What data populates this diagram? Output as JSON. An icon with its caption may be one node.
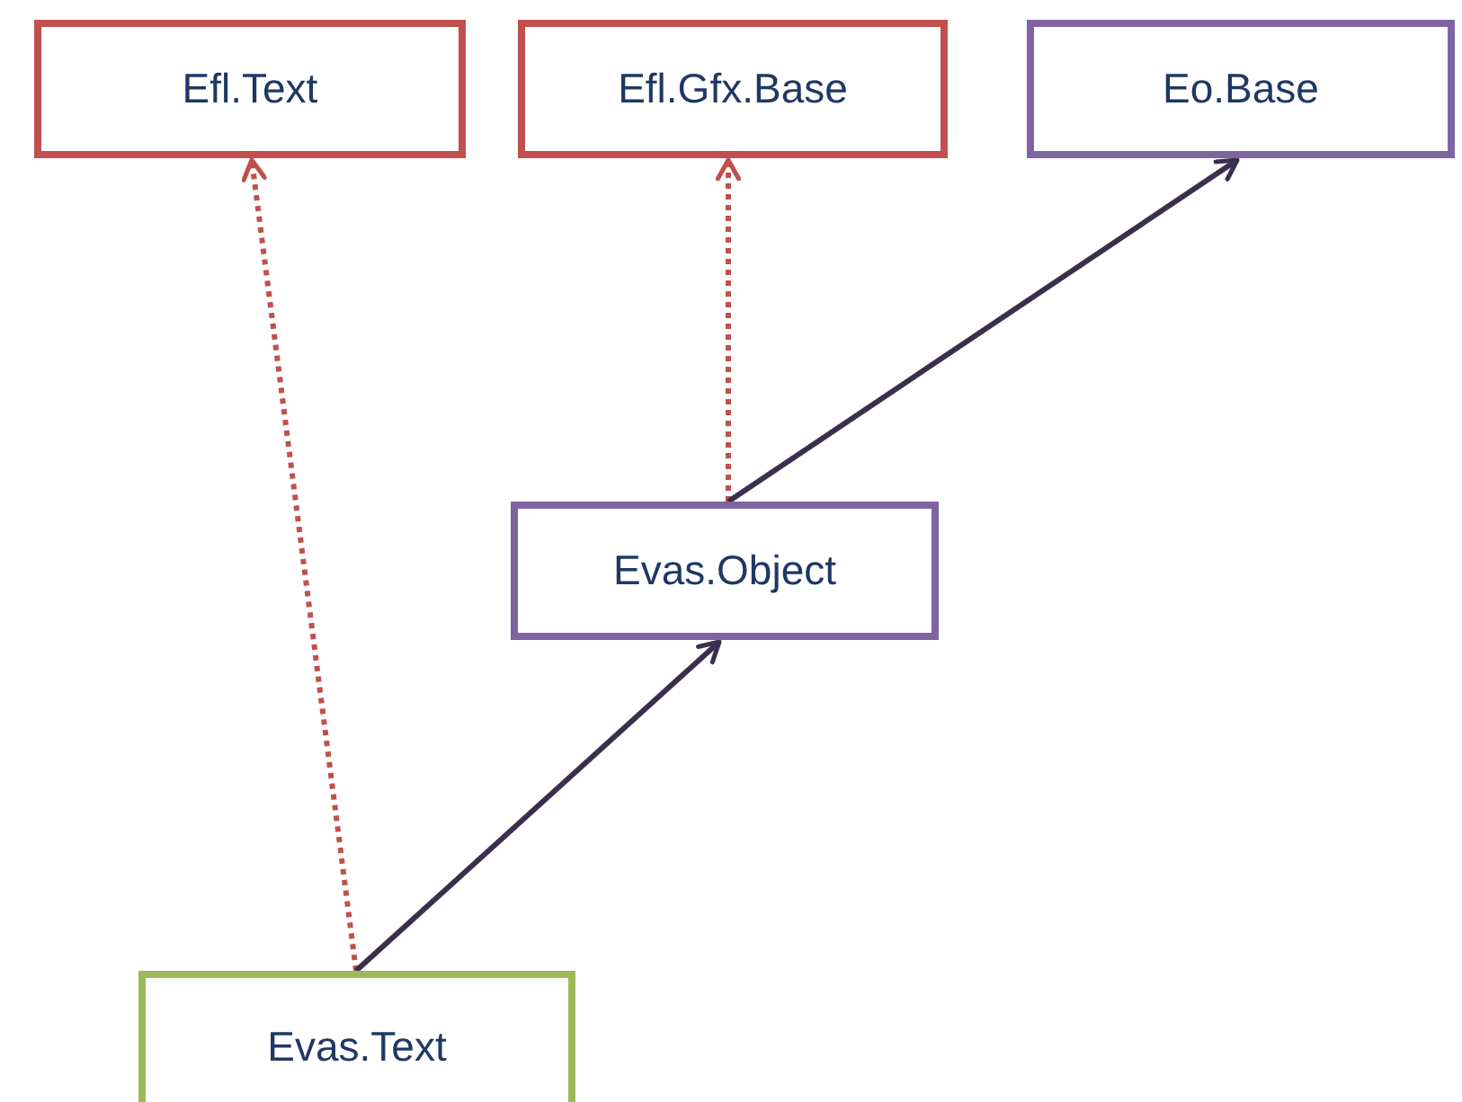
{
  "diagram": {
    "nodes": [
      {
        "text": [
          "Efl.Text"
        ]
      },
      {
        "text": [
          "Efl.Gfx.Base"
        ]
      },
      {
        "text": [
          "Eo.Base"
        ]
      },
      {
        "text": [
          "Evas.Object"
        ]
      },
      {
        "text": [
          "Evas.Text"
        ]
      }
    ],
    "edges": [
      {
        "from": 4,
        "to": 0,
        "arrow": "to",
        "style": "dashed",
        "color": "#c0504d"
      },
      {
        "from": 3,
        "to": 1,
        "arrow": "to",
        "style": "dashed",
        "color": "#c0504d"
      },
      {
        "from": 3,
        "to": 2,
        "arrow": "to",
        "color": "#3b2f4f"
      },
      {
        "from": 4,
        "to": 3,
        "arrow": "to",
        "color": "#3b2f4f"
      }
    ]
  }
}
